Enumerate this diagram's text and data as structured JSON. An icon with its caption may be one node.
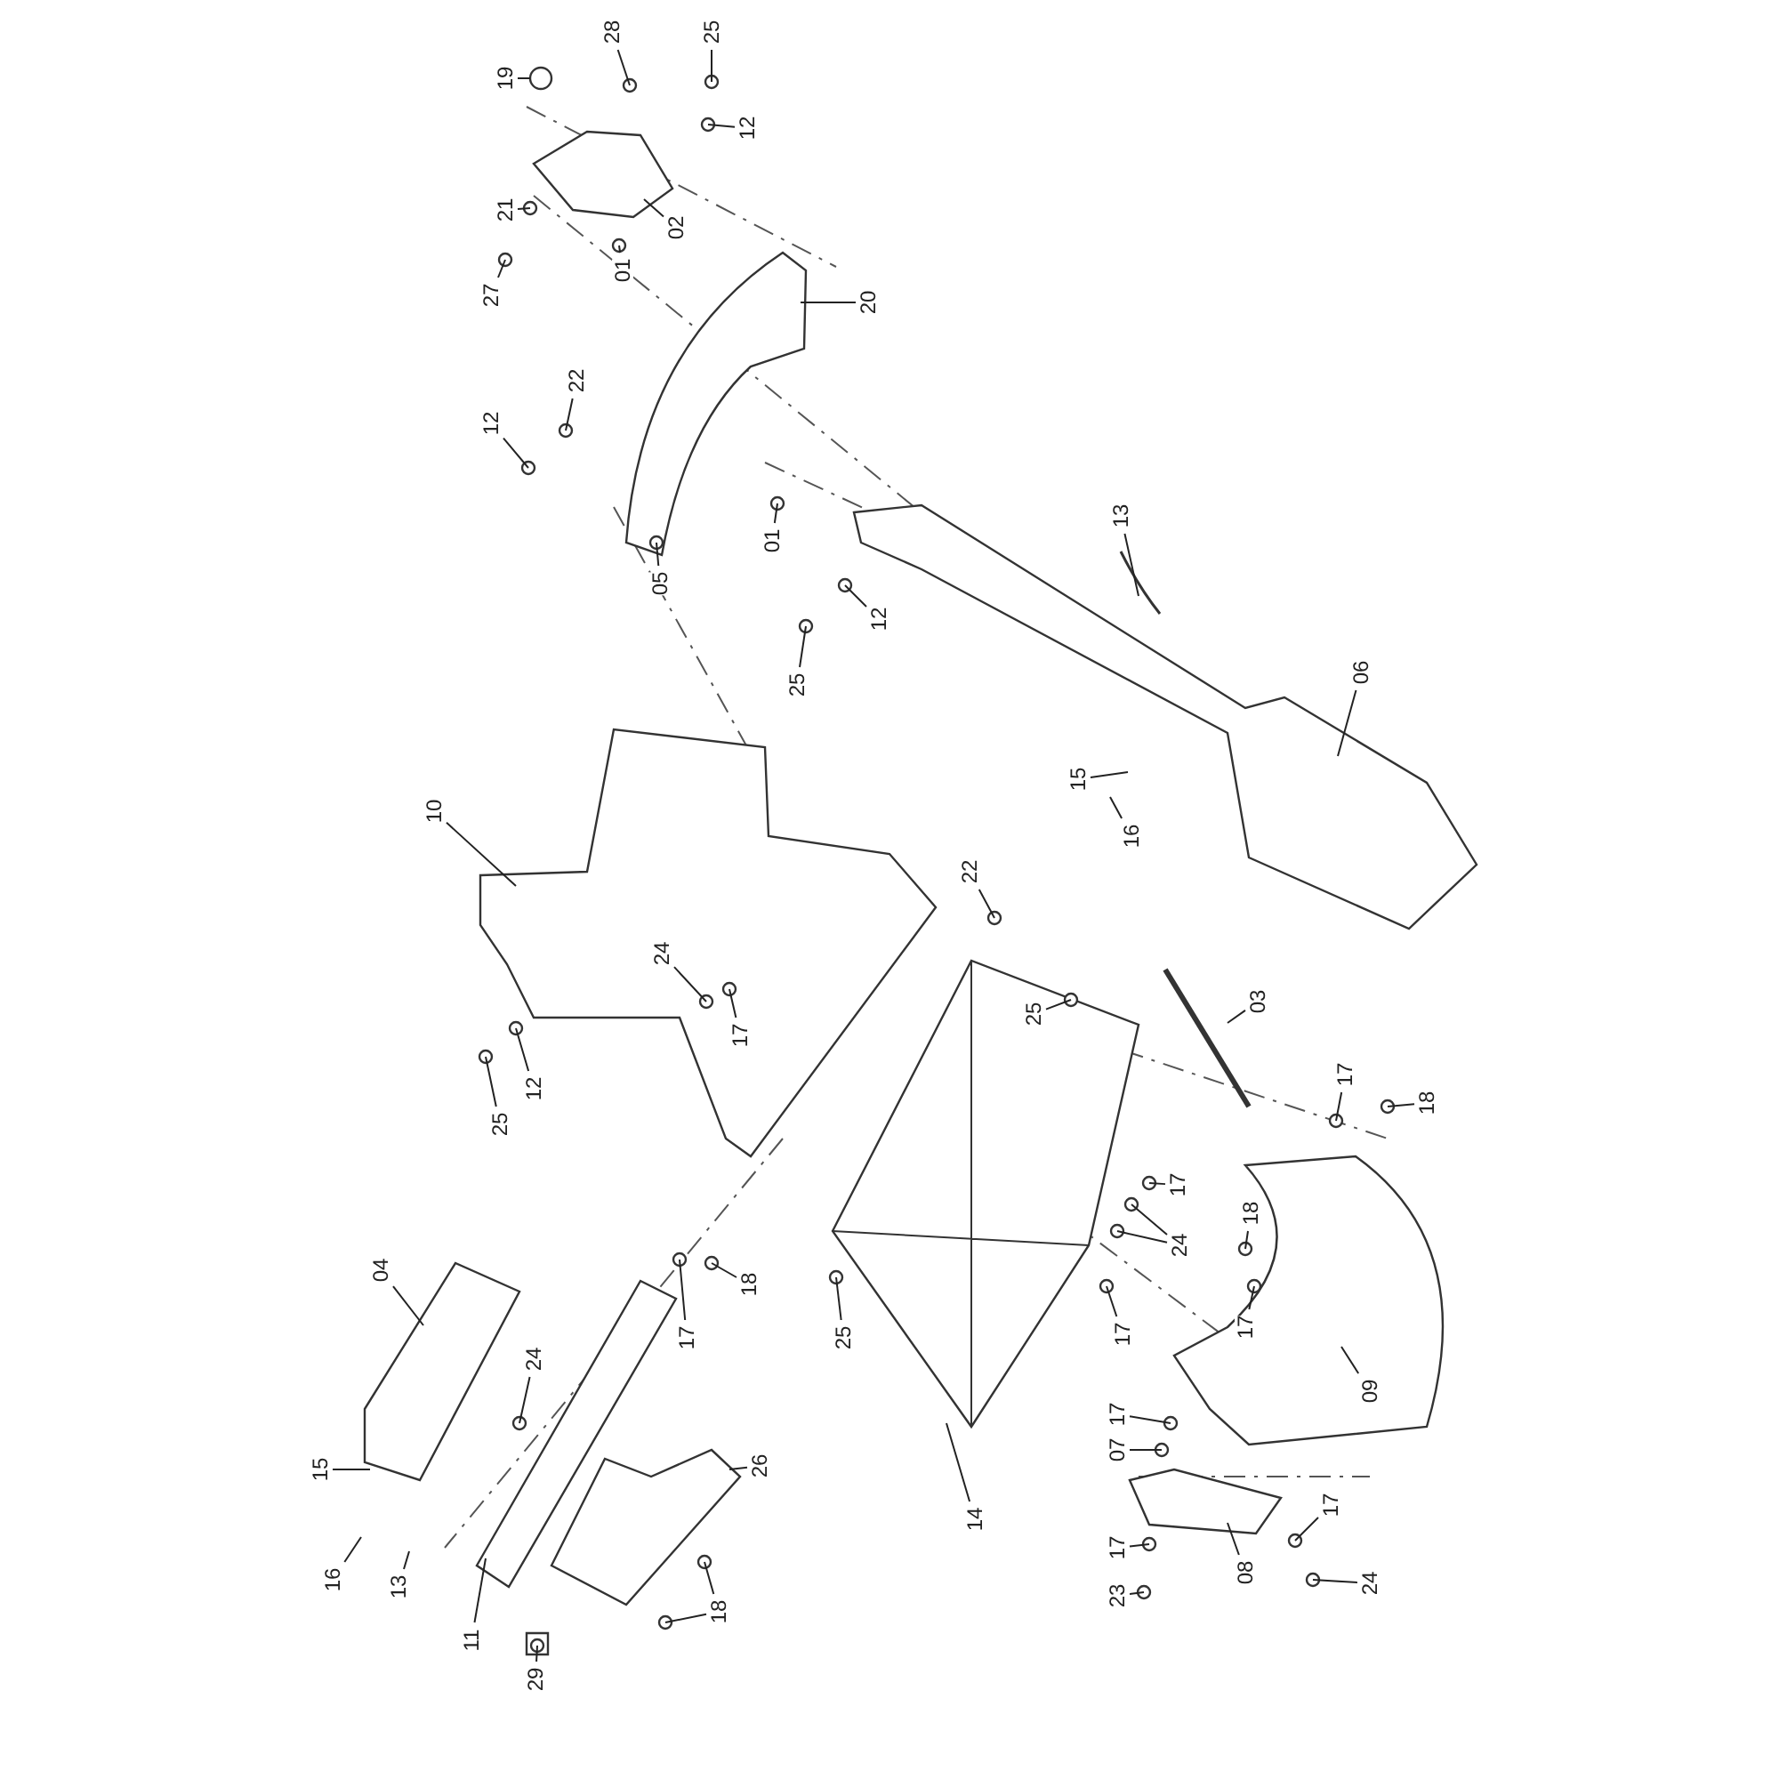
{
  "diagram": {
    "nodes": [
      {
        "text": [
          "25"
        ]
      },
      {
        "text": [
          "28"
        ]
      },
      {
        "text": [
          "19"
        ]
      },
      {
        "text": [
          "12"
        ]
      },
      {
        "text": [
          "21"
        ]
      },
      {
        "text": [
          "02"
        ]
      },
      {
        "text": [
          "01"
        ]
      },
      {
        "text": [
          "27"
        ]
      },
      {
        "text": [
          "20"
        ]
      },
      {
        "text": [
          "22"
        ]
      },
      {
        "text": [
          "12"
        ]
      },
      {
        "text": [
          "01"
        ]
      },
      {
        "text": [
          "05"
        ]
      },
      {
        "text": [
          "13"
        ]
      },
      {
        "text": [
          "12"
        ]
      },
      {
        "text": [
          "06"
        ]
      },
      {
        "text": [
          "25"
        ]
      },
      {
        "text": [
          "10"
        ]
      },
      {
        "text": [
          "15"
        ]
      },
      {
        "text": [
          "16"
        ]
      },
      {
        "text": [
          "22"
        ]
      },
      {
        "text": [
          "24"
        ]
      },
      {
        "text": [
          "03"
        ]
      },
      {
        "text": [
          "25"
        ]
      },
      {
        "text": [
          "17"
        ]
      },
      {
        "text": [
          "12"
        ]
      },
      {
        "text": [
          "17"
        ]
      },
      {
        "text": [
          "18"
        ]
      },
      {
        "text": [
          "25"
        ]
      },
      {
        "text": [
          "17"
        ]
      },
      {
        "text": [
          "18"
        ]
      },
      {
        "text": [
          "24"
        ]
      },
      {
        "text": [
          "18"
        ]
      },
      {
        "text": [
          "04"
        ]
      },
      {
        "text": [
          "17"
        ]
      },
      {
        "text": [
          "17"
        ]
      },
      {
        "text": [
          "17"
        ]
      },
      {
        "text": [
          "25"
        ]
      },
      {
        "text": [
          "24"
        ]
      },
      {
        "text": [
          "09"
        ]
      },
      {
        "text": [
          "17"
        ]
      },
      {
        "text": [
          "07"
        ]
      },
      {
        "text": [
          "26"
        ]
      },
      {
        "text": [
          "15"
        ]
      },
      {
        "text": [
          "14"
        ]
      },
      {
        "text": [
          "17"
        ]
      },
      {
        "text": [
          "17"
        ]
      },
      {
        "text": [
          "08"
        ]
      },
      {
        "text": [
          "16"
        ]
      },
      {
        "text": [
          "13"
        ]
      },
      {
        "text": [
          "18"
        ]
      },
      {
        "text": [
          "23"
        ]
      },
      {
        "text": [
          "24"
        ]
      },
      {
        "text": [
          "11"
        ]
      },
      {
        "text": [
          "29"
        ]
      }
    ],
    "edges": [
      {
        "from": 0,
        "to": null,
        "arrow": "none"
      },
      {
        "from": 1,
        "to": null,
        "arrow": "none"
      },
      {
        "from": 2,
        "to": null,
        "arrow": "none"
      },
      {
        "from": 3,
        "to": null,
        "arrow": "none"
      },
      {
        "from": 4,
        "to": null,
        "arrow": "none"
      },
      {
        "from": 5,
        "to": null,
        "arrow": "none"
      },
      {
        "from": 6,
        "to": null,
        "arrow": "none"
      },
      {
        "from": 7,
        "to": null,
        "arrow": "none"
      },
      {
        "from": 8,
        "to": null,
        "arrow": "none"
      },
      {
        "from": 9,
        "to": null,
        "arrow": "none"
      },
      {
        "from": 10,
        "to": null,
        "arrow": "none"
      },
      {
        "from": 11,
        "to": null,
        "arrow": "none"
      },
      {
        "from": 12,
        "to": null,
        "arrow": "none"
      },
      {
        "from": 13,
        "to": null,
        "arrow": "none"
      },
      {
        "from": 14,
        "to": null,
        "arrow": "none"
      },
      {
        "from": 15,
        "to": null,
        "arrow": "none"
      },
      {
        "from": 16,
        "to": null,
        "arrow": "none"
      },
      {
        "from": 17,
        "to": null,
        "arrow": "none"
      },
      {
        "from": 18,
        "to": null,
        "arrow": "none"
      },
      {
        "from": 19,
        "to": null,
        "arrow": "none"
      },
      {
        "from": 20,
        "to": null,
        "arrow": "none"
      },
      {
        "from": 21,
        "to": null,
        "arrow": "none"
      },
      {
        "from": 22,
        "to": null,
        "arrow": "none"
      },
      {
        "from": 23,
        "to": null,
        "arrow": "none"
      },
      {
        "from": 24,
        "to": null,
        "arrow": "none"
      },
      {
        "from": 25,
        "to": null,
        "arrow": "none"
      },
      {
        "from": 26,
        "to": null,
        "arrow": "none"
      },
      {
        "from": 27,
        "to": null,
        "arrow": "none"
      },
      {
        "from": 28,
        "to": null,
        "arrow": "none"
      },
      {
        "from": 29,
        "to": null,
        "arrow": "none"
      },
      {
        "from": 30,
        "to": null,
        "arrow": "none"
      },
      {
        "from": 31,
        "to": null,
        "arrow": "none"
      },
      {
        "from": 31,
        "to": null,
        "arrow": "none"
      },
      {
        "from": 32,
        "to": null,
        "arrow": "none"
      },
      {
        "from": 33,
        "to": null,
        "arrow": "none"
      },
      {
        "from": 34,
        "to": null,
        "arrow": "none"
      },
      {
        "from": 35,
        "to": null,
        "arrow": "none"
      },
      {
        "from": 36,
        "to": null,
        "arrow": "none"
      },
      {
        "from": 37,
        "to": null,
        "arrow": "none"
      },
      {
        "from": 38,
        "to": null,
        "arrow": "none"
      },
      {
        "from": 39,
        "to": null,
        "arrow": "none"
      },
      {
        "from": 40,
        "to": null,
        "arrow": "none"
      },
      {
        "from": 41,
        "to": null,
        "arrow": "none"
      },
      {
        "from": 42,
        "to": null,
        "arrow": "none"
      },
      {
        "from": 43,
        "to": null,
        "arrow": "none"
      },
      {
        "from": 44,
        "to": null,
        "arrow": "none"
      },
      {
        "from": 45,
        "to": null,
        "arrow": "none"
      },
      {
        "from": 46,
        "to": null,
        "arrow": "none"
      },
      {
        "from": 47,
        "to": null,
        "arrow": "none"
      },
      {
        "from": 48,
        "to": null,
        "arrow": "none"
      },
      {
        "from": 49,
        "to": null,
        "arrow": "none"
      },
      {
        "from": 50,
        "to": null,
        "arrow": "none"
      },
      {
        "from": 50,
        "to": null,
        "arrow": "none"
      },
      {
        "from": 51,
        "to": null,
        "arrow": "none"
      },
      {
        "from": 52,
        "to": null,
        "arrow": "none"
      },
      {
        "from": 53,
        "to": null,
        "arrow": "none"
      },
      {
        "from": 54,
        "to": null,
        "arrow": "none"
      }
    ]
  }
}
